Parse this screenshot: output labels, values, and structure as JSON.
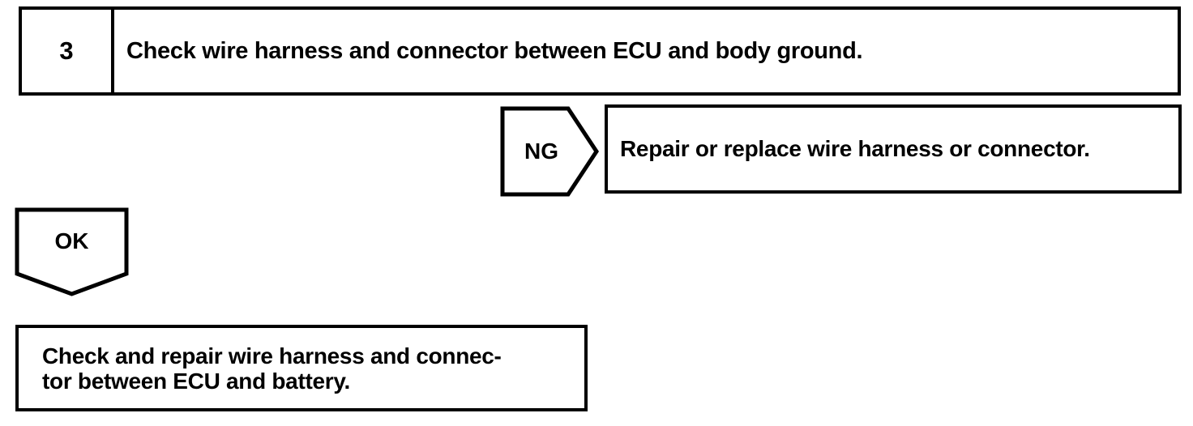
{
  "colors": {
    "ink": "#000000",
    "paper": "#ffffff"
  },
  "step": {
    "number": "3",
    "title": "Check wire harness and connector between ECU and body ground."
  },
  "ng_branch": {
    "label": "NG",
    "action": "Repair or replace wire harness or connector."
  },
  "ok_branch": {
    "label": "OK",
    "action_lines": [
      "Check and repair wire harness and connec-",
      "tor between ECU and battery."
    ]
  }
}
